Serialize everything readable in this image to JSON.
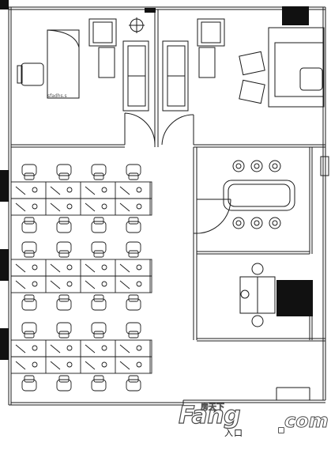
{
  "labels": {
    "entrance": "入口",
    "scale_note": "sfadhs.s"
  },
  "watermark": {
    "cn": "房天下",
    "brand": "Fang",
    "com": "com"
  },
  "colors": {
    "line": "#1a1a1a",
    "column": "#111111",
    "background": "#ffffff"
  }
}
